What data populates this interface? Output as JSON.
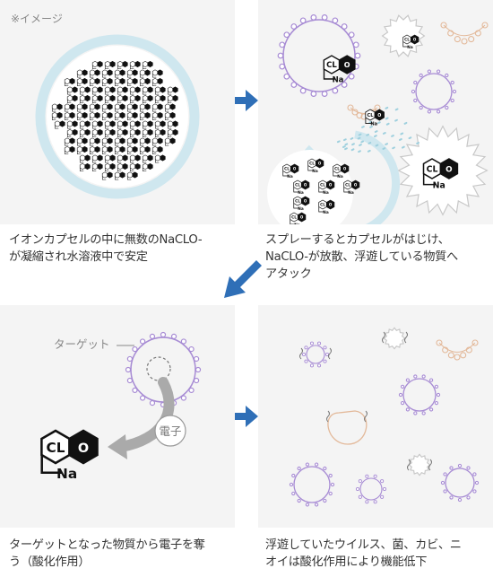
{
  "panels": {
    "p1": {
      "note": "※イメージ",
      "caption_line1": "イオンカプセルの中に無数のNaCLO-",
      "caption_line2": "が凝縮され水溶液中で安定"
    },
    "p2": {
      "caption_line1": "スプレーするとカプセルがはじけ、",
      "caption_line2": "NaCLO-が放散、浮遊している物質へ",
      "caption_line3": "アタック"
    },
    "p3": {
      "target_label": "ターゲット",
      "electron_label": "電子",
      "caption_line1": "ターゲットとなった物質から電子を奪",
      "caption_line2": "う（酸化作用）"
    },
    "p4": {
      "caption_line1": "浮遊していたウイルス、菌、カビ、ニ",
      "caption_line2": "オイは酸化作用により機能低下"
    }
  },
  "molecule": {
    "cl": "CL",
    "o": "O",
    "na": "Na"
  },
  "colors": {
    "arrow_blue": "#2f6fb7",
    "virus_purple": "#a78bd4",
    "capsule_blue": "#cfe7ef",
    "spiky_gray": "#c8c8c8",
    "mold_tan": "#e3b99a"
  }
}
